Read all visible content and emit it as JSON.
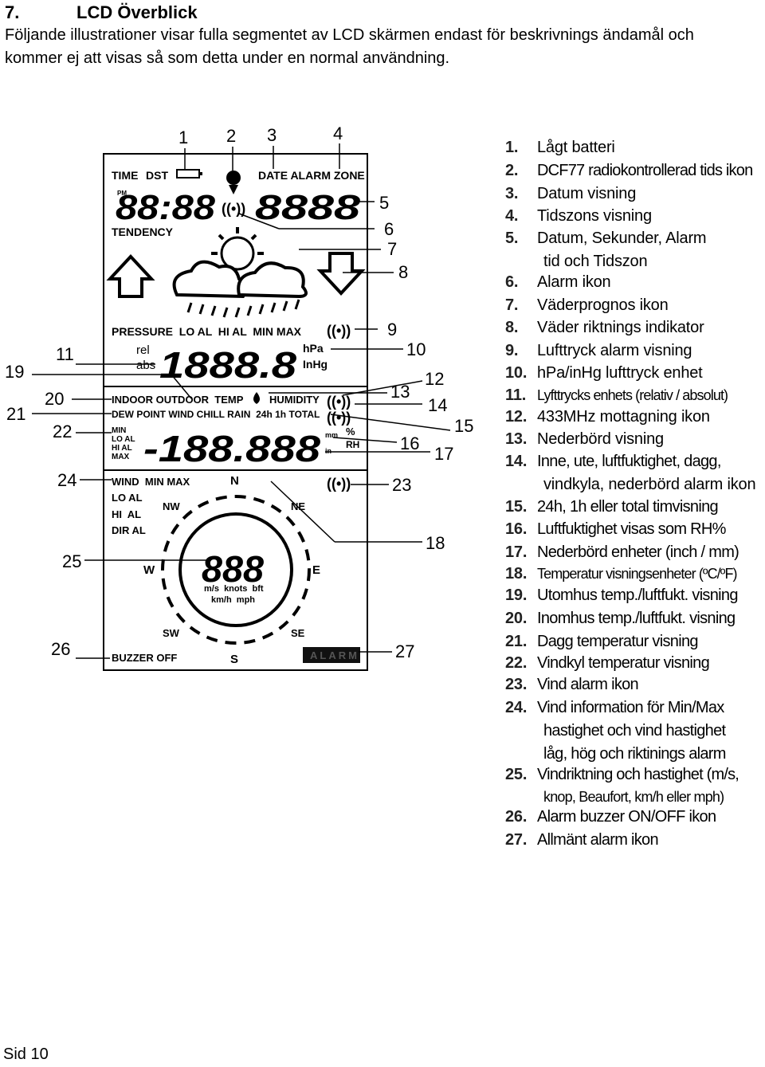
{
  "header": {
    "section_number": "7.",
    "section_title": "LCD Överblick",
    "intro": "Följande illustrationer visar fulla segmentet av LCD skärmen endast för beskrivnings ändamål och kommer ej att visas så som detta under en normal användning."
  },
  "lcd": {
    "time": "TIME",
    "dst": "DST",
    "date_alarm_zone": "DATE ALARM ZONE",
    "pm": "PM",
    "clock_digits": "88:88",
    "date_digits": "8888",
    "tendency": "TENDENCY",
    "pressure_row": "PRESSURE  LO AL  HI AL  MIN MAX",
    "rel": "rel",
    "abs": "abs",
    "pressure_digits": "1888.8",
    "hpa": "hPa",
    "inhg": "InHg",
    "indoor_row": "INDOOR OUTDOOR  TEMP",
    "humidity": "HUMIDITY",
    "dew_row": "DEW POINT WIND CHILL RAIN  24h 1h TOTAL",
    "min": "MIN",
    "lo_al": "LO AL",
    "hi_al": "HI AL",
    "max": "MAX",
    "main_digits": "-188.888",
    "mm": "mm",
    "in": "in",
    "percent": "%",
    "rh": "RH",
    "wind_min_max": "WIND  MIN MAX",
    "wind_lo_al": "LO AL",
    "wind_hi_al": "HI  AL",
    "dir_al": "DIR AL",
    "n": "N",
    "ne": "NE",
    "e": "E",
    "se": "SE",
    "s": "S",
    "sw": "SW",
    "w": "W",
    "nw": "NW",
    "wind_digits": "888",
    "units1": "m/s  knots  bft",
    "units2": "km/h  mph",
    "buzzer_off": "BUZZER OFF",
    "alarm": "ALARM"
  },
  "callouts": [
    "1",
    "2",
    "3",
    "4",
    "5",
    "6",
    "7",
    "8",
    "9",
    "10",
    "11",
    "12",
    "13",
    "14",
    "15",
    "16",
    "17",
    "18",
    "19",
    "20",
    "21",
    "22",
    "23",
    "24",
    "25",
    "26",
    "27"
  ],
  "legend": [
    {
      "num": "1.",
      "text": "Lågt batteri"
    },
    {
      "num": "2.",
      "text": "DCF77 radiokontrollerad tids ikon"
    },
    {
      "num": "3.",
      "text": "Datum visning"
    },
    {
      "num": "4.",
      "text": "Tidszons visning"
    },
    {
      "num": "5.",
      "text": "Datum, Sekunder, Alarm",
      "cont": "tid och Tidszon"
    },
    {
      "num": "6.",
      "text": "Alarm ikon"
    },
    {
      "num": "7.",
      "text": "Väderprognos ikon"
    },
    {
      "num": "8.",
      "text": "Väder riktnings indikator"
    },
    {
      "num": "9.",
      "text": "Lufttryck alarm visning"
    },
    {
      "num": "10.",
      "text": "hPa/inHg lufttryck enhet"
    },
    {
      "num": "11.",
      "text": "Lyfttrycks enhets (relativ / absolut)"
    },
    {
      "num": "12.",
      "text": "433MHz mottagning ikon"
    },
    {
      "num": "13.",
      "text": "Nederbörd visning"
    },
    {
      "num": "14.",
      "text": "Inne, ute, luftfuktighet, dagg,",
      "cont": "vindkyla, nederbörd alarm ikon"
    },
    {
      "num": "15.",
      "text": "24h, 1h eller total timvisning"
    },
    {
      "num": "16.",
      "text": "Luftfuktighet visas som RH%"
    },
    {
      "num": "17.",
      "text": "Nederbörd enheter (inch / mm)"
    },
    {
      "num": "18.",
      "text": "Temperatur visningsenheter (ºC/ºF)"
    },
    {
      "num": "19.",
      "text": "Utomhus temp./luftfukt. visning"
    },
    {
      "num": "20.",
      "text": "Inomhus temp./luftfukt. visning"
    },
    {
      "num": "21.",
      "text": "Dagg temperatur visning"
    },
    {
      "num": "22.",
      "text": "Vindkyl temperatur visning"
    },
    {
      "num": "23.",
      "text": "Vind alarm ikon"
    },
    {
      "num": "24.",
      "text": "Vind information för Min/Max",
      "cont": "hastighet och vind hastighet",
      "cont2": "låg, hög och riktinings alarm"
    },
    {
      "num": "25.",
      "text": "Vindriktning och hastighet (m/s,",
      "cont": "knop, Beaufort, km/h eller mph)"
    },
    {
      "num": "26.",
      "text": "Alarm buzzer ON/OFF ikon"
    },
    {
      "num": "27.",
      "text": "Allmänt alarm ikon"
    }
  ],
  "footer": {
    "page": "Sid 10"
  }
}
